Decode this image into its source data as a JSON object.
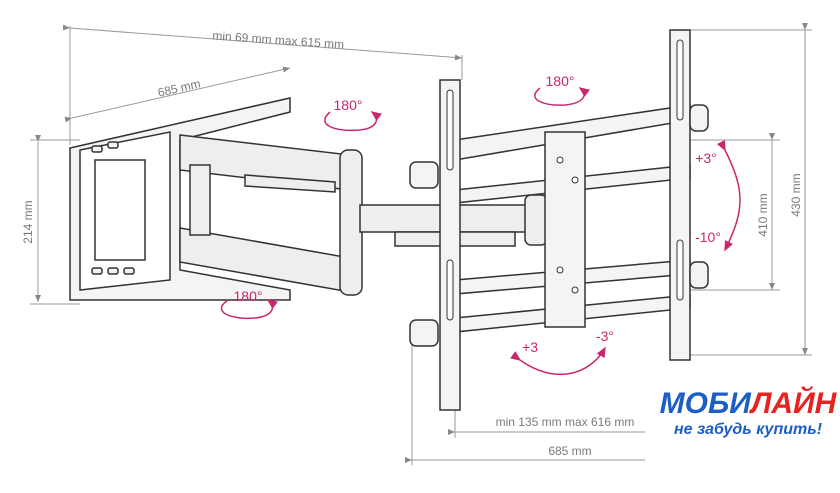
{
  "dimensions": {
    "top_span": "min 69 mm max 615 mm",
    "arm_length_top": "685 mm",
    "wall_plate_height": "214 mm",
    "tv_plate_inner_height": "410 mm",
    "tv_plate_outer_height": "430 mm",
    "bottom_span": "min 135 mm max 616 mm",
    "arm_length_bottom": "685 mm"
  },
  "rotations": {
    "arm_top": "180°",
    "arm_bottom": "180°",
    "tv_plate_swivel": "180°",
    "tilt_up": "+3°",
    "tilt_down": "-10°",
    "level_plus": "+3",
    "level_minus": "-3°"
  },
  "logo": {
    "brand_part1": "МОБИ",
    "brand_part2": "ЛАЙН",
    "slogan": "не забудь купить!"
  },
  "colors": {
    "dimension": "#7a7a7a",
    "rotation": "#c8286f",
    "logo_blue": "#1c5fc4",
    "logo_red": "#e52420"
  }
}
